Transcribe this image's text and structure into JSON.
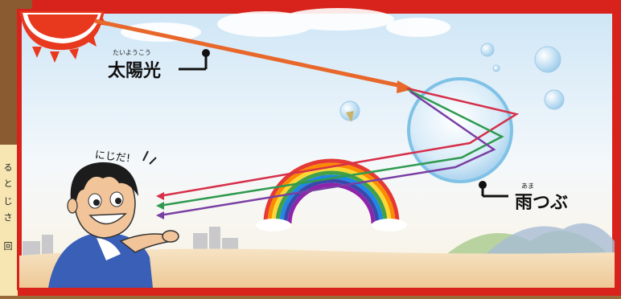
{
  "labels": {
    "sunlight_ruby": "たいようこう",
    "sunlight": "太陽光",
    "raindrop_ruby": "あま",
    "raindrop": "雨つぶ",
    "exclamation": "にじだ!"
  },
  "side_text": [
    "る",
    "と",
    "じ",
    "さ",
    "回"
  ],
  "colors": {
    "frame_red": "#d8231c",
    "sunbeam": "#e8672a",
    "ray_red": "#d6304a",
    "ray_green": "#2f9a4f",
    "ray_purple": "#7a3fa3",
    "raindrop_outline": "#7fc2e6",
    "sun": "#e8391f"
  }
}
